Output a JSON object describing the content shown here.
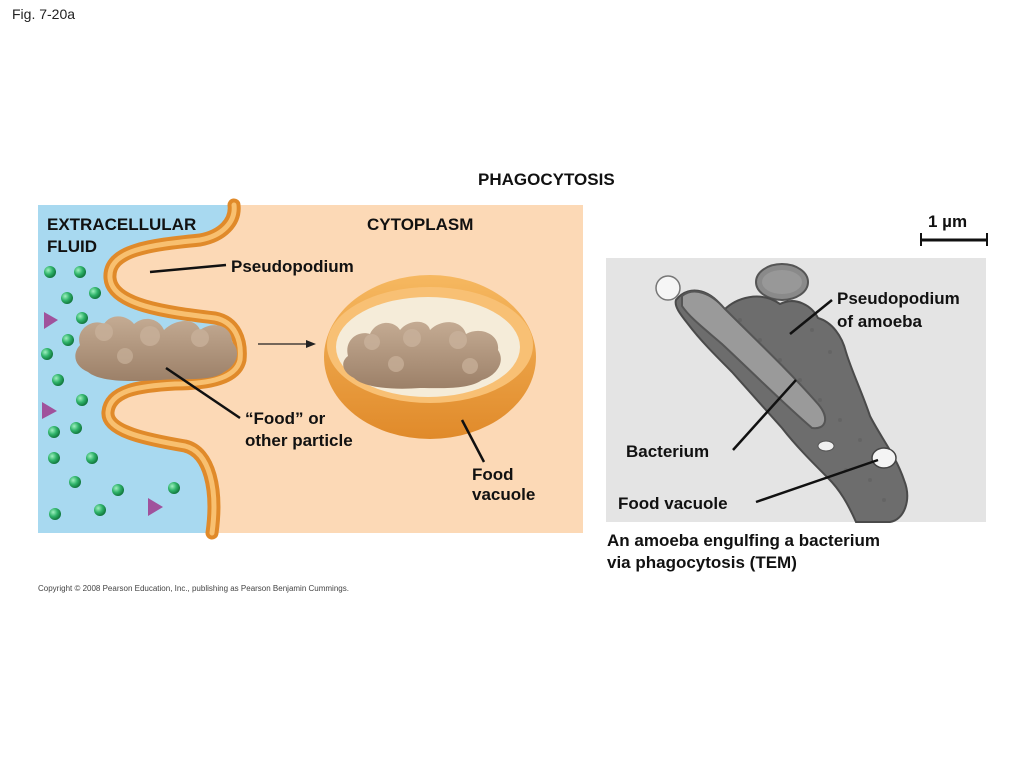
{
  "figure_label": "Fig. 7-20a",
  "title": "PHAGOCYTOSIS",
  "diagram": {
    "region_extracellular": [
      "EXTRACELLULAR",
      "FLUID"
    ],
    "region_cytoplasm": "CYTOPLASM",
    "label_pseudopodium": "Pseudopodium",
    "label_food": [
      "“Food” or",
      "other particle"
    ],
    "label_vacuole": [
      "Food",
      "vacuole"
    ],
    "colors": {
      "extracellular": "#a8d9f0",
      "cytoplasm": "#fcd9b6",
      "membrane": "#f0a040",
      "food": "#b39a83",
      "particle_green": "#2fb36a",
      "particle_purple": "#a0529c"
    }
  },
  "micrograph": {
    "scale_bar": "1 µm",
    "label_pseudopodium": [
      "Pseudopodium",
      "of amoeba"
    ],
    "label_bacterium": "Bacterium",
    "label_vacuole": "Food vacuole"
  },
  "caption": [
    "An amoeba engulfing a bacterium",
    "via phagocytosis (TEM)"
  ],
  "copyright": "Copyright © 2008 Pearson Education, Inc., publishing as Pearson Benjamin Cummings."
}
